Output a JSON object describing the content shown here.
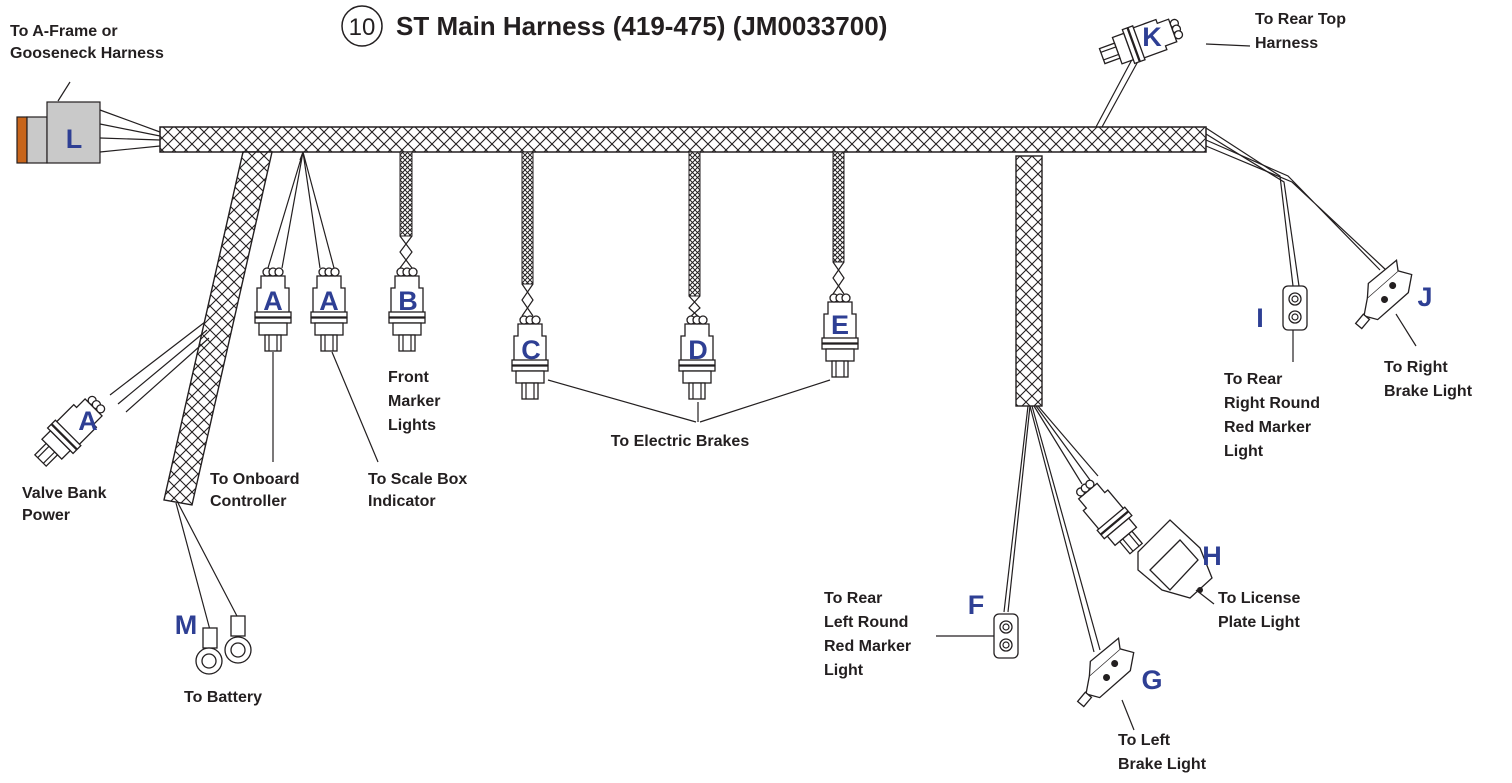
{
  "diagram": {
    "item_number": "10",
    "title": "ST Main Harness (419-475) (JM0033700)",
    "colors": {
      "ink": "#231f20",
      "letter_blue": "#2e3f94",
      "connector_grey": "#c9c9c9",
      "connector_orange": "#c8651b"
    },
    "connectors": {
      "L": {
        "letter": "L",
        "label_lines": [
          "To A-Frame or",
          "Gooseneck Harness"
        ]
      },
      "A1": {
        "letter": "A",
        "label_lines": [
          "Valve Bank",
          "Power"
        ]
      },
      "A2": {
        "letter": "A",
        "label_lines": [
          "To Onboard",
          "Controller"
        ]
      },
      "A3": {
        "letter": "A",
        "label_lines": [
          "To Scale Box",
          "Indicator"
        ]
      },
      "B": {
        "letter": "B",
        "label_lines": [
          "Front",
          "Marker",
          "Lights"
        ]
      },
      "C": {
        "letter": "C"
      },
      "D": {
        "letter": "D"
      },
      "E": {
        "letter": "E"
      },
      "brakes_label": "To Electric Brakes",
      "M": {
        "letter": "M",
        "label_lines": [
          "To Battery"
        ]
      },
      "K": {
        "letter": "K",
        "label_lines": [
          "To Rear Top",
          "Harness"
        ]
      },
      "I": {
        "letter": "I",
        "label_lines": [
          "To Rear",
          "Right Round",
          "Red Marker",
          "Light"
        ]
      },
      "J": {
        "letter": "J",
        "label_lines": [
          "To Right",
          "Brake Light"
        ]
      },
      "F": {
        "letter": "F",
        "label_lines": [
          "To Rear",
          "Left Round",
          "Red Marker",
          "Light"
        ]
      },
      "G": {
        "letter": "G",
        "label_lines": [
          "To Left",
          "Brake Light"
        ]
      },
      "H": {
        "letter": "H",
        "label_lines": [
          "To License",
          "Plate Light"
        ]
      }
    }
  }
}
